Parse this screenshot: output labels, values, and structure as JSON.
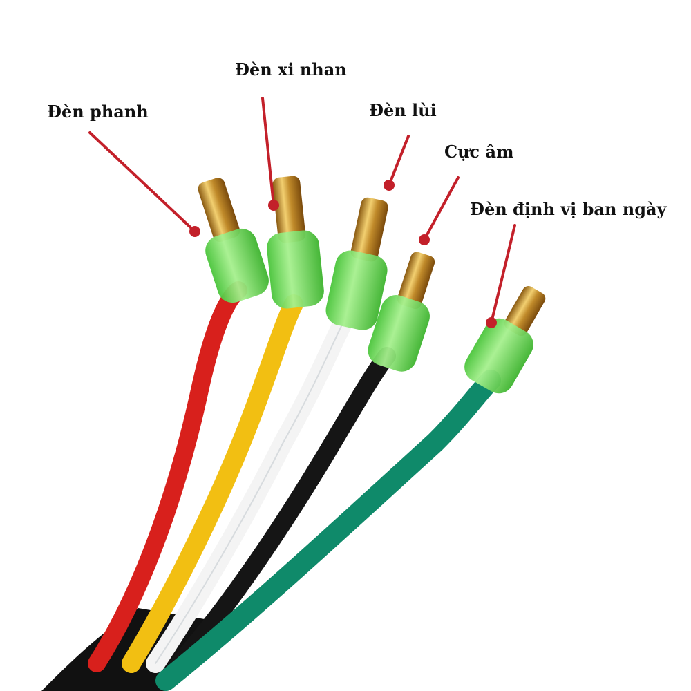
{
  "labels": {
    "brake": "Đèn phanh",
    "turn_signal": "Đèn xi nhan",
    "reverse": "Đèn lùi",
    "negative": "Cực âm",
    "daytime_running": "Đèn định vị ban ngày"
  },
  "wires": [
    {
      "label_key": "brake",
      "color": "#d8201c"
    },
    {
      "label_key": "turn_signal",
      "color": "#f2bf12"
    },
    {
      "label_key": "reverse",
      "color": "#f4f4f4"
    },
    {
      "label_key": "negative",
      "color": "#151515"
    },
    {
      "label_key": "daytime_running",
      "color": "#0f8a6a"
    }
  ],
  "colors": {
    "pointer": "#c3202a",
    "sheath": "#111111",
    "connector_sleeve": "#7de06a",
    "pin": "#d8a53a"
  }
}
